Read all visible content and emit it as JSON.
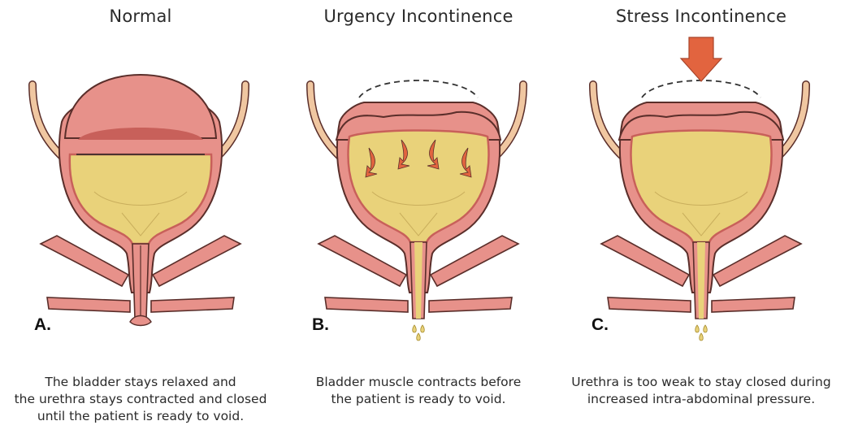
{
  "panels": [
    {
      "title": "Normal",
      "letter": "A.",
      "caption": [
        "The bladder stays relaxed and",
        "the urethra stays contracted and closed",
        "until the patient is ready to void."
      ]
    },
    {
      "title": "Urgency Incontinence",
      "letter": "B.",
      "caption": [
        "Bladder muscle contracts before",
        "the patient is ready to void."
      ]
    },
    {
      "title": "Stress Incontinence",
      "letter": "C.",
      "caption": [
        "Urethra is too weak to stay closed during",
        "increased intra-abdominal pressure."
      ]
    }
  ],
  "colors": {
    "muscle": "#e7918a",
    "muscle_dark": "#c8605a",
    "urine": "#e9d27a",
    "urine_light": "#f2e3a3",
    "outline": "#5a2e2a",
    "ureter": "#f0c7a1",
    "arrow": "#e2643f",
    "dashed": "#333333"
  }
}
